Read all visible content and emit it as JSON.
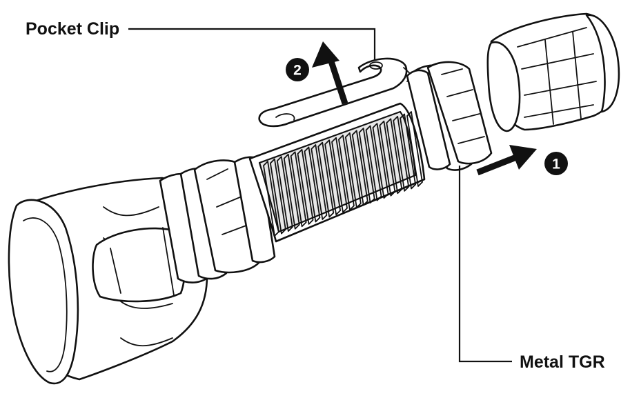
{
  "labels": {
    "pocket_clip": "Pocket Clip",
    "metal_tgr": "Metal TGR"
  },
  "steps": {
    "step1": "1",
    "step2": "2"
  },
  "colors": {
    "ink": "#111111",
    "background": "#ffffff"
  }
}
